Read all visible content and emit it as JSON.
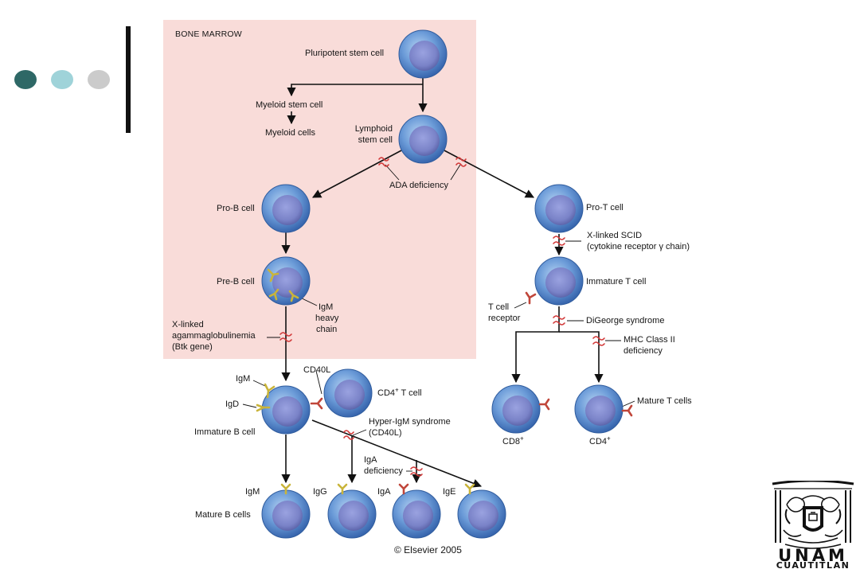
{
  "slide": {
    "accent_dots": [
      "#2e6866",
      "#9fd3d9",
      "#cbcbcb"
    ]
  },
  "figure": {
    "region_title": "BONE MARROW",
    "copyright": "© Elsevier 2005",
    "colors": {
      "marrow_background": "#f9dcd9",
      "cell_outer": "#5f8fcf",
      "cell_nucleus": "#7e86c8",
      "block_mark": "#d23a3a",
      "receptor_b": "#c9b43a",
      "receptor_t": "#c0463a"
    },
    "labels": {
      "pluripotent": "Pluripotent stem cell",
      "myeloid_stem": "Myeloid stem cell",
      "myeloid_cells": "Myeloid cells",
      "lymphoid_1": "Lymphoid",
      "lymphoid_2": "stem cell",
      "ada": "ADA deficiency",
      "pro_b": "Pro-B cell",
      "pre_b": "Pre-B cell",
      "igm_heavy_1": "IgM",
      "igm_heavy_2": "heavy",
      "igm_heavy_3": "chain",
      "xla_1": "X-linked",
      "xla_2": "agammaglobulinemia",
      "xla_3": "(Btk gene)",
      "pro_t": "Pro-T cell",
      "scid_1": "X-linked SCID",
      "scid_2": "(cytokine receptor γ chain)",
      "immature_t": "Immature T cell",
      "tcr_1": "T cell",
      "tcr_2": "receptor",
      "digeorge": "DiGeorge syndrome",
      "mhc_1": "MHC Class II",
      "mhc_2": "deficiency",
      "mature_t": "Mature T cells",
      "cd8": "CD8",
      "cd4": "CD4",
      "cd_sup": "+",
      "igm_surface": "IgM",
      "igd_surface": "IgD",
      "cd40l": "CD40L",
      "cd4_t_cell": "CD4",
      "t_cell_suffix": " T cell",
      "immature_b": "Immature B cell",
      "hyper_igm_1": "Hyper-IgM syndrome",
      "hyper_igm_2": "(CD40L)",
      "iga_def_1": "IgA",
      "iga_def_2": "deficiency",
      "mature_igm": "IgM",
      "mature_igg": "IgG",
      "mature_iga": "IgA",
      "mature_ige": "IgE",
      "mature_b": "Mature B cells"
    }
  },
  "logo": {
    "name": "UNAM",
    "campus": "CUAUTITLAN"
  }
}
